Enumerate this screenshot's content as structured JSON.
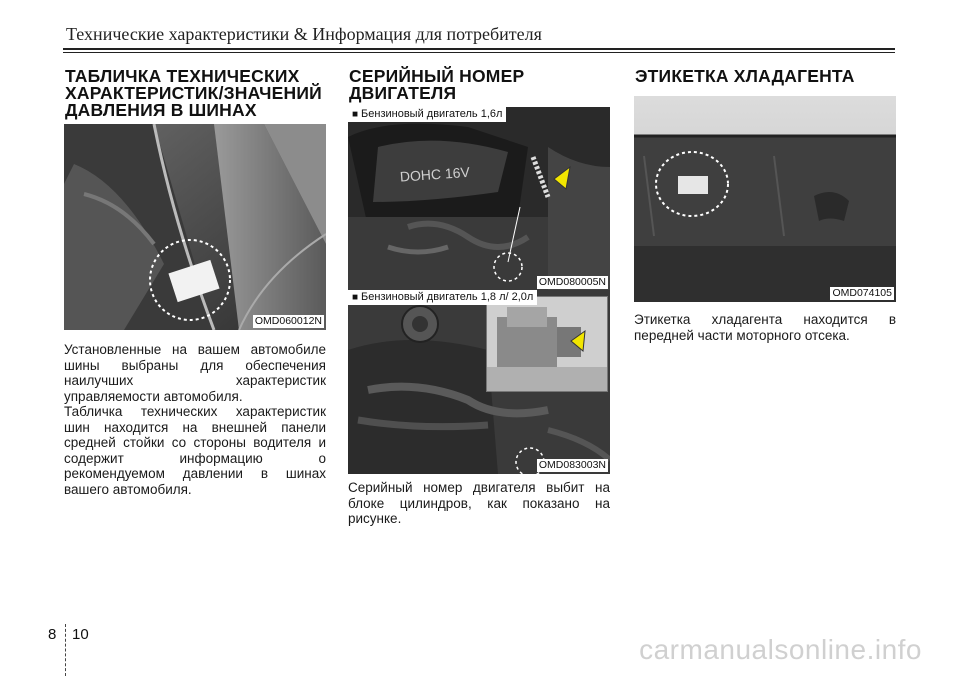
{
  "header": {
    "title": "Технические характеристики & Информация для потребителя"
  },
  "col1": {
    "heading": "ТАБЛИЧКА ТЕХНИЧЕСКИХ\nХАРАКТЕРИСТИК/ЗНАЧЕНИЙ\nДАВЛЕНИЯ В ШИНАХ",
    "photo_code": "OMD060012N",
    "para1": "Установленные на вашем автомобиле шины выбраны для обеспечения наилучших характеристик управляемости автомобиля.",
    "para2": "Табличка технических характеристик шин находится на внешней панели средней стойки со стороны водителя и содержит информацию о рекомендуемом давлении в шинах вашего автомобиля."
  },
  "col2": {
    "heading": "СЕРИЙНЫЙ НОМЕР\nДВИГАТЕЛЯ",
    "photo1_caption": "Бензиновый двигатель 1,6л",
    "photo1_code": "OMD080005N",
    "photo1_engine_text": "DOHC 16V",
    "photo2_caption": "Бензиновый двигатель 1,8 л/ 2,0л",
    "photo2_code": "OMD083003N",
    "para": "Серийный номер двигателя выбит на блоке цилиндров, как показано на рисунке.",
    "bullet": "■"
  },
  "col3": {
    "heading": "ЭТИКЕТКА ХЛАДАГЕНТА",
    "photo_code": "OMD074105",
    "para": "Этикетка хладагента находится в передней части моторного отсека."
  },
  "footer": {
    "chapter": "8",
    "page": "10",
    "watermark": "carmanualsonline.info"
  }
}
